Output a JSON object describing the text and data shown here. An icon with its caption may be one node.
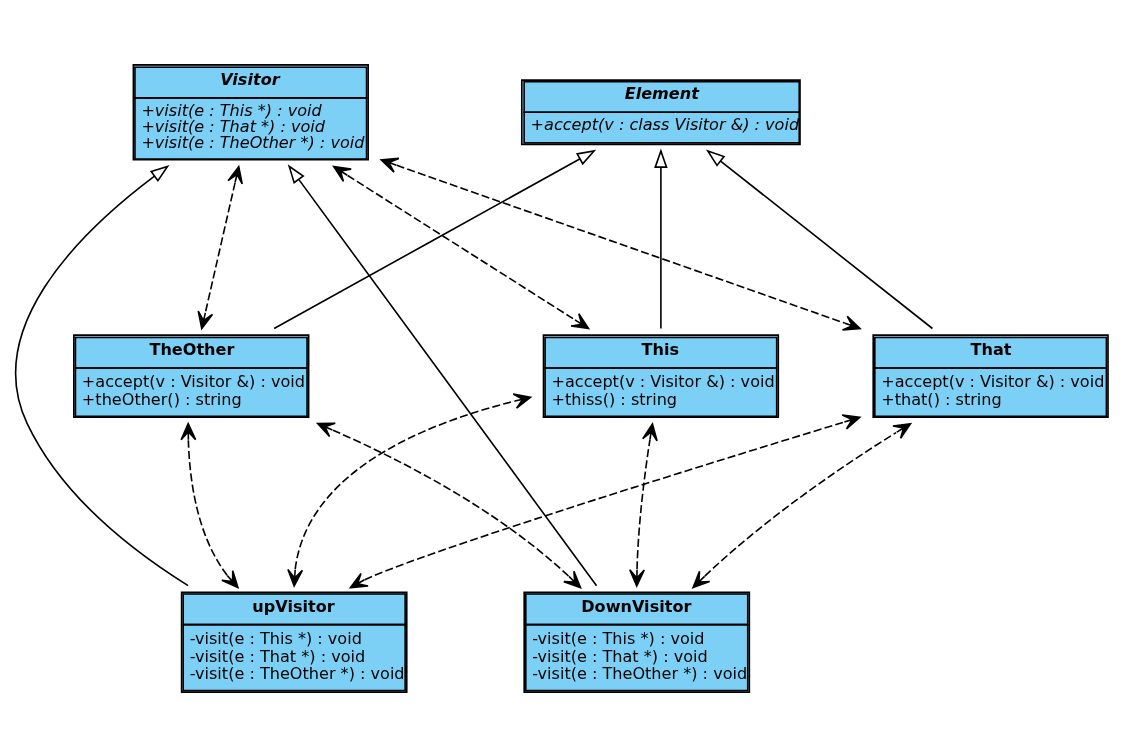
{
  "diagram": {
    "nodes": [
      {
        "text": [
          "Element",
          "+accept(v : class Visitor &) : void"
        ]
      },
      {
        "text": [
          "Visitor",
          "+visit(e : This *) : void",
          "+visit(e : That *) : void",
          "+visit(e : TheOther *) : void"
        ]
      },
      {
        "text": [
          "TheOther",
          "+accept(v : Visitor &) : void",
          "+theOther() : string"
        ]
      },
      {
        "text": [
          "This",
          "+accept(v : Visitor &) : void",
          "+thiss() : string"
        ]
      },
      {
        "text": [
          "That",
          "+accept(v : Visitor &) : void",
          "+that() : string"
        ]
      },
      {
        "text": [
          "DownVisitor",
          "-visit(e : This *) : void",
          "-visit(e : That *) : void",
          "-visit(e : TheOther *) : void"
        ]
      },
      {
        "text": [
          "upVisitor",
          "-visit(e : This *) : void",
          "-visit(e : That *) : void",
          "-visit(e : TheOther *) : void"
        ]
      }
    ],
    "edges": [
      {
        "from": 2,
        "to": 0,
        "arrow": "to"
      },
      {
        "from": 3,
        "to": 0,
        "arrow": "to"
      },
      {
        "from": 4,
        "to": 0,
        "arrow": "to"
      },
      {
        "from": 1,
        "to": 2,
        "arrow": "both",
        "style": "dashed"
      },
      {
        "from": 1,
        "to": 3,
        "arrow": "both",
        "style": "dashed"
      },
      {
        "from": 1,
        "to": 4,
        "arrow": "both",
        "style": "dashed"
      },
      {
        "from": 5,
        "to": 1,
        "arrow": "to"
      },
      {
        "from": 6,
        "to": 1,
        "arrow": "to"
      },
      {
        "from": 5,
        "to": 2,
        "arrow": "both",
        "style": "dashed"
      },
      {
        "from": 5,
        "to": 3,
        "arrow": "both",
        "style": "dashed"
      },
      {
        "from": 5,
        "to": 4,
        "arrow": "both",
        "style": "dashed"
      },
      {
        "from": 6,
        "to": 2,
        "arrow": "both",
        "style": "dashed"
      },
      {
        "from": 6,
        "to": 3,
        "arrow": "both",
        "style": "dashed"
      },
      {
        "from": 6,
        "to": 4,
        "arrow": "both",
        "style": "dashed"
      }
    ]
  }
}
